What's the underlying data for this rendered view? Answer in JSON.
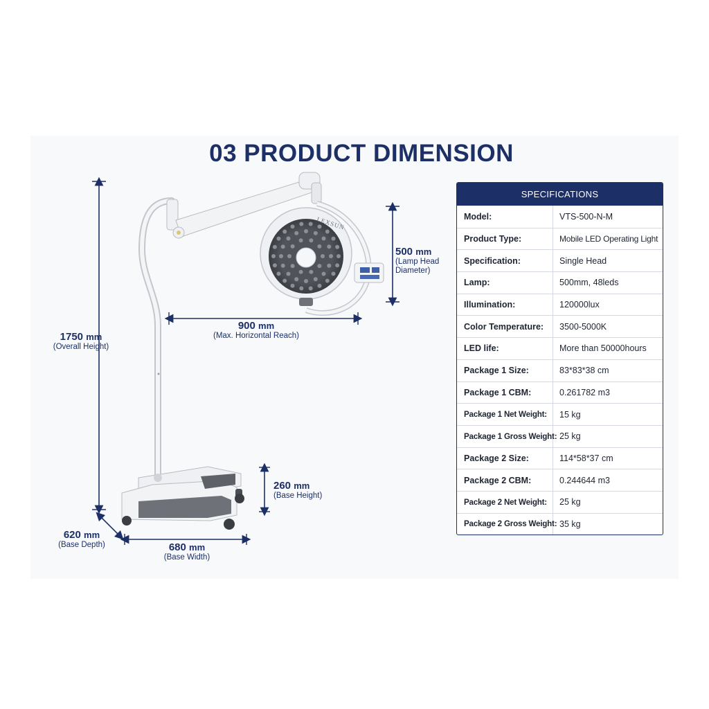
{
  "title": "03 PRODUCT DIMENSION",
  "brand_text": "LEXSUN",
  "dimensions": {
    "overall_height": {
      "value": "1750",
      "unit": "mm",
      "label": "(Overall Height)"
    },
    "lamp_head": {
      "value": "500",
      "unit": "mm",
      "label_line1": "(Lamp Head",
      "label_line2": "Diameter)"
    },
    "reach": {
      "value": "900",
      "unit": "mm",
      "label": "(Max. Horizontal Reach)"
    },
    "base_height": {
      "value": "260",
      "unit": "mm",
      "label": "(Base Height)"
    },
    "base_depth": {
      "value": "620",
      "unit": "mm",
      "label": "(Base Depth)"
    },
    "base_width": {
      "value": "680",
      "unit": "mm",
      "label": "(Base Width)"
    }
  },
  "specifications": {
    "header": "SPECIFICATIONS",
    "rows": [
      {
        "key": "Model:",
        "value": "VTS-500-N-M"
      },
      {
        "key": "Product Type:",
        "value": "Mobile LED Operating Light"
      },
      {
        "key": "Specification:",
        "value": "Single Head"
      },
      {
        "key": "Lamp:",
        "value": "500mm, 48leds"
      },
      {
        "key": "Illumination:",
        "value": "120000lux"
      },
      {
        "key": "Color Temperature:",
        "value": "3500-5000K"
      },
      {
        "key": "LED life:",
        "value": "More than 50000hours"
      },
      {
        "key": "Package 1 Size:",
        "value": "83*83*38 cm"
      },
      {
        "key": "Package 1 CBM:",
        "value": "0.261782 m3"
      },
      {
        "key": "Package 1 Net Weight:",
        "value": "15 kg"
      },
      {
        "key": "Package 1 Gross Weight:",
        "value": "25 kg"
      },
      {
        "key": "Package 2 Size:",
        "value": "114*58*37 cm"
      },
      {
        "key": "Package 2 CBM:",
        "value": "0.244644 m3"
      },
      {
        "key": "Package 2 Net Weight:",
        "value": "25 kg"
      },
      {
        "key": "Package 2 Gross Weight:",
        "value": "35 kg"
      }
    ]
  },
  "colors": {
    "navy": "#1c2f66",
    "lamp_white": "#eef0f3",
    "lamp_dark": "#4a4e54",
    "base_gray": "#6e7278"
  }
}
